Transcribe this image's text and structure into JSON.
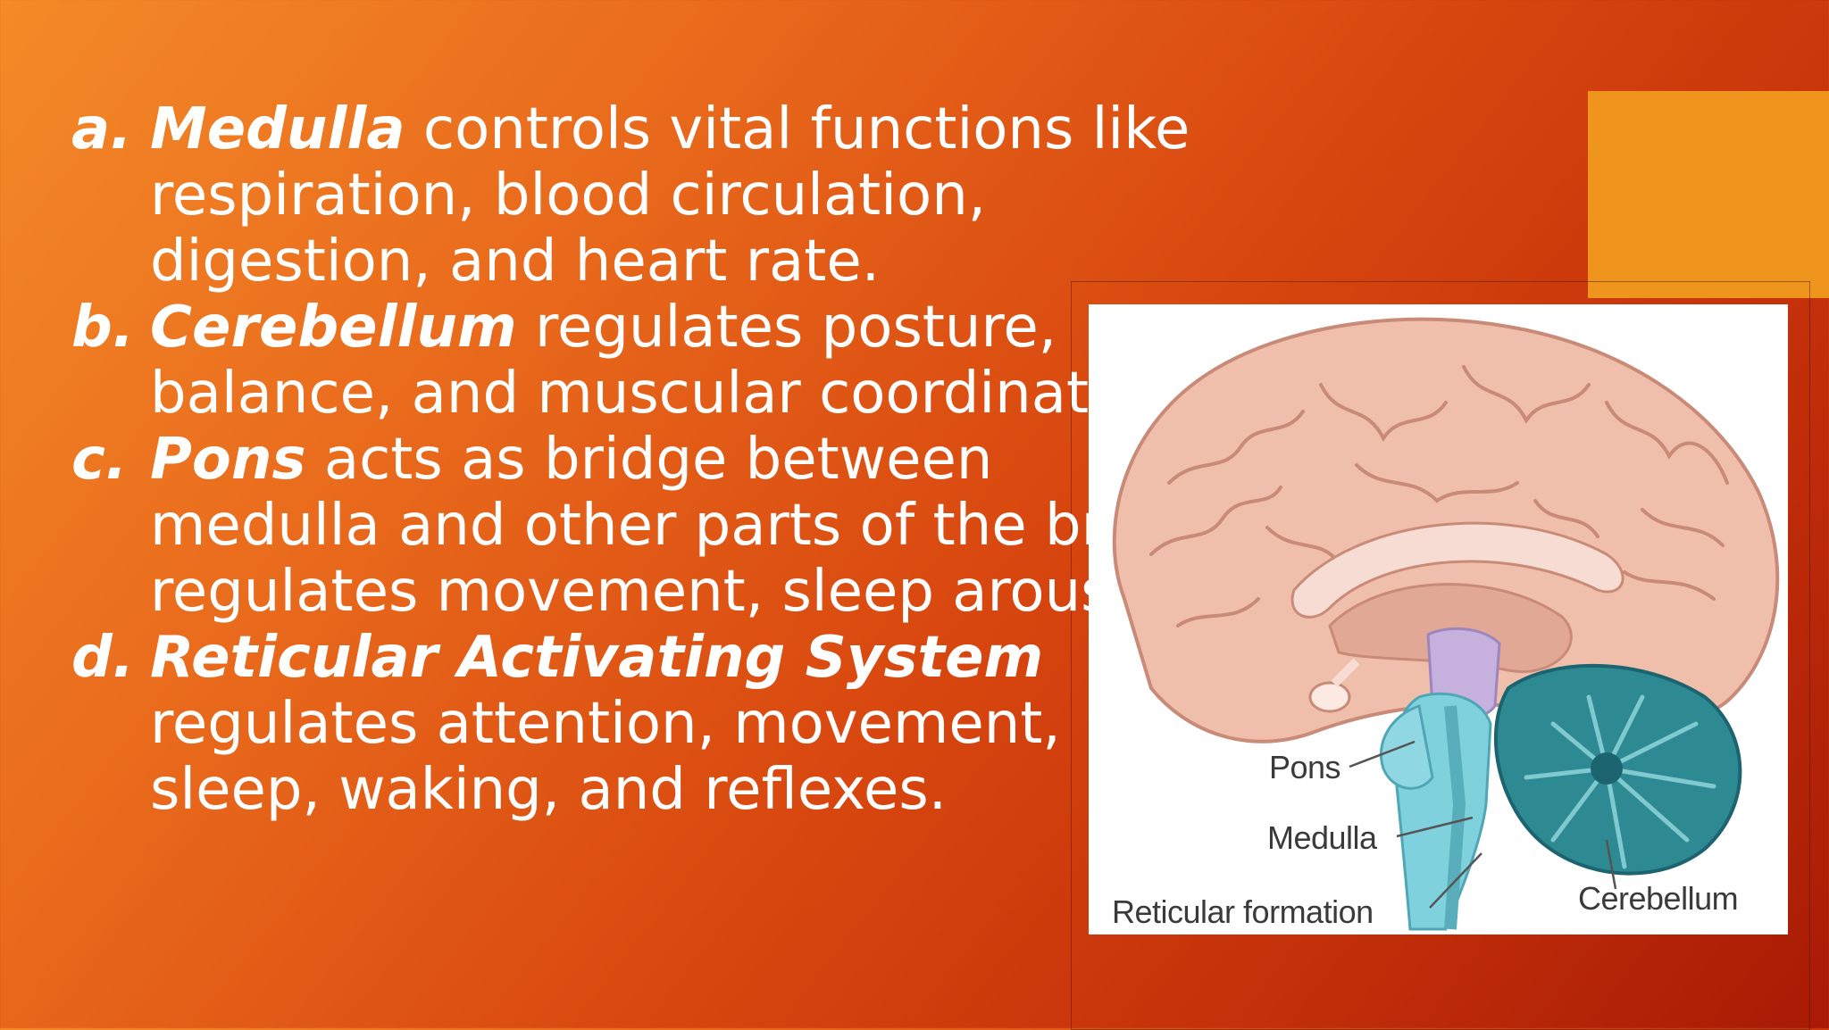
{
  "slide": {
    "items": [
      {
        "marker": "a.",
        "term": "Medulla",
        "lines": [
          " controls vital functions like",
          "respiration, blood circulation,",
          "digestion, and heart rate."
        ]
      },
      {
        "marker": "b.",
        "term": "Cerebellum",
        "lines": [
          " regulates posture,",
          "balance, and muscular coordinatior"
        ]
      },
      {
        "marker": "c.",
        "term": "Pons",
        "lines": [
          " acts as bridge between",
          "medulla and other parts of the brai",
          "regulates movement, sleep arousal."
        ]
      },
      {
        "marker": "d.",
        "term": "Reticular Activating System",
        "lines": [
          "",
          "regulates attention, movement,",
          "sleep, waking, and reflexes."
        ]
      }
    ]
  },
  "diagram": {
    "labels": {
      "pons": "Pons",
      "medulla": "Medulla",
      "reticular": "Reticular formation",
      "cerebellum": "Cerebellum"
    }
  },
  "colors": {
    "accent": "#ef941c",
    "text": "#ffffff"
  }
}
